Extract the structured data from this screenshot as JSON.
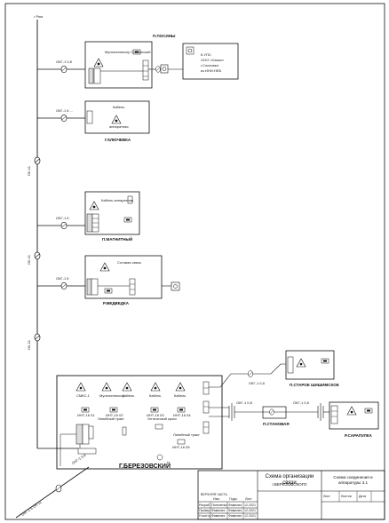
{
  "backbone": {
    "top_label": "• Рим",
    "segments": [
      "ОК-11",
      "ОК-11",
      "ОК-11"
    ]
  },
  "nodes": {
    "posyny": {
      "title": "П.ПОСИНЫ",
      "mux": "Мультиплексор Оптический",
      "remote": [
        "К.УПС",
        "ООО «Связь»",
        "г.Сосновка",
        "из ИНИ.НЕБ"
      ],
      "cable": "ОКГ-1 0,8"
    },
    "klyuchevka": {
      "title": "Г.КЛЮЧЕВКА",
      "mux": "Кабель",
      "note": "аппаратная",
      "cable": "ОКГ-1 6 ..."
    },
    "magnitny": {
      "title": "П.МАГНИТНЫЙ",
      "mux": "Кабель аппаратная",
      "cable": "ОКГ-1 6"
    },
    "medvedka": {
      "title": "Р.МЕДВЕДКА",
      "mux": "Сотовая связь",
      "cable": "ОКГ-1 6"
    },
    "berezovsky": {
      "title": "Г.БЕРЕЗОВСКИЙ",
      "labels": [
        "СМКС-1",
        "Мультиплексор",
        "Кабель",
        "Кабель",
        "Кабель",
        "Оптический кросс",
        "Линейный тракт",
        "Линейный тракт"
      ],
      "mini": [
        "ИНТ-16 01",
        "ИНТ-16 02",
        "ИНТ-16 03",
        "ИНТ-16 04",
        "ИНТ-16 05"
      ],
      "edge_cable": "ОКГ-1 0,8"
    },
    "starosh": {
      "title": "П.СТАРОЕ ШИШИМСКОЕ",
      "cable": "ОКГ-1 0,8"
    },
    "stanovaya": {
      "title": "П.СТАНОВАЯ",
      "cable": "ОКГ-1 0,8"
    },
    "sarapulka": {
      "title": "Р.САРАПУЛКА",
      "cable": "ОКГ-1 0,8"
    }
  },
  "bottom_cable": "ОКГ-1 6 ОК-11",
  "title_block": {
    "main_title": "Схема организации связи",
    "main_sub": "г.БЕРЕЗОВСКОГО",
    "right_title": "Схема соединения и аппаратуры 3.1",
    "side": "ВЕРХНЯЯ ЧАСТЬ",
    "cols": [
      "Изм.",
      "Подп.",
      "Лист",
      "Дата",
      "Лист",
      "Листов"
    ],
    "rows": [
      [
        "Разраб.",
        "Пилипенко",
        "Фамилия",
        "12.2021"
      ],
      [
        "Провер.",
        "Фамилия",
        "Фамилия",
        "12.2021"
      ],
      [
        "Н.контр.",
        "Фамилия",
        "Фамилия",
        "12.2021"
      ]
    ]
  }
}
